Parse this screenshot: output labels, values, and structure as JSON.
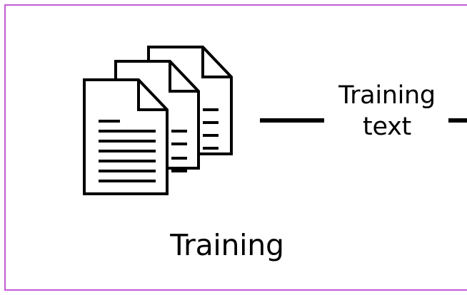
{
  "diagram": {
    "section_label": "Training",
    "node_label_lines": [
      "Training",
      "text"
    ],
    "icon_name": "documents-stack-icon",
    "colors": {
      "frame_border": "#c55ad6",
      "stroke": "#000000",
      "background": "#ffffff"
    }
  }
}
